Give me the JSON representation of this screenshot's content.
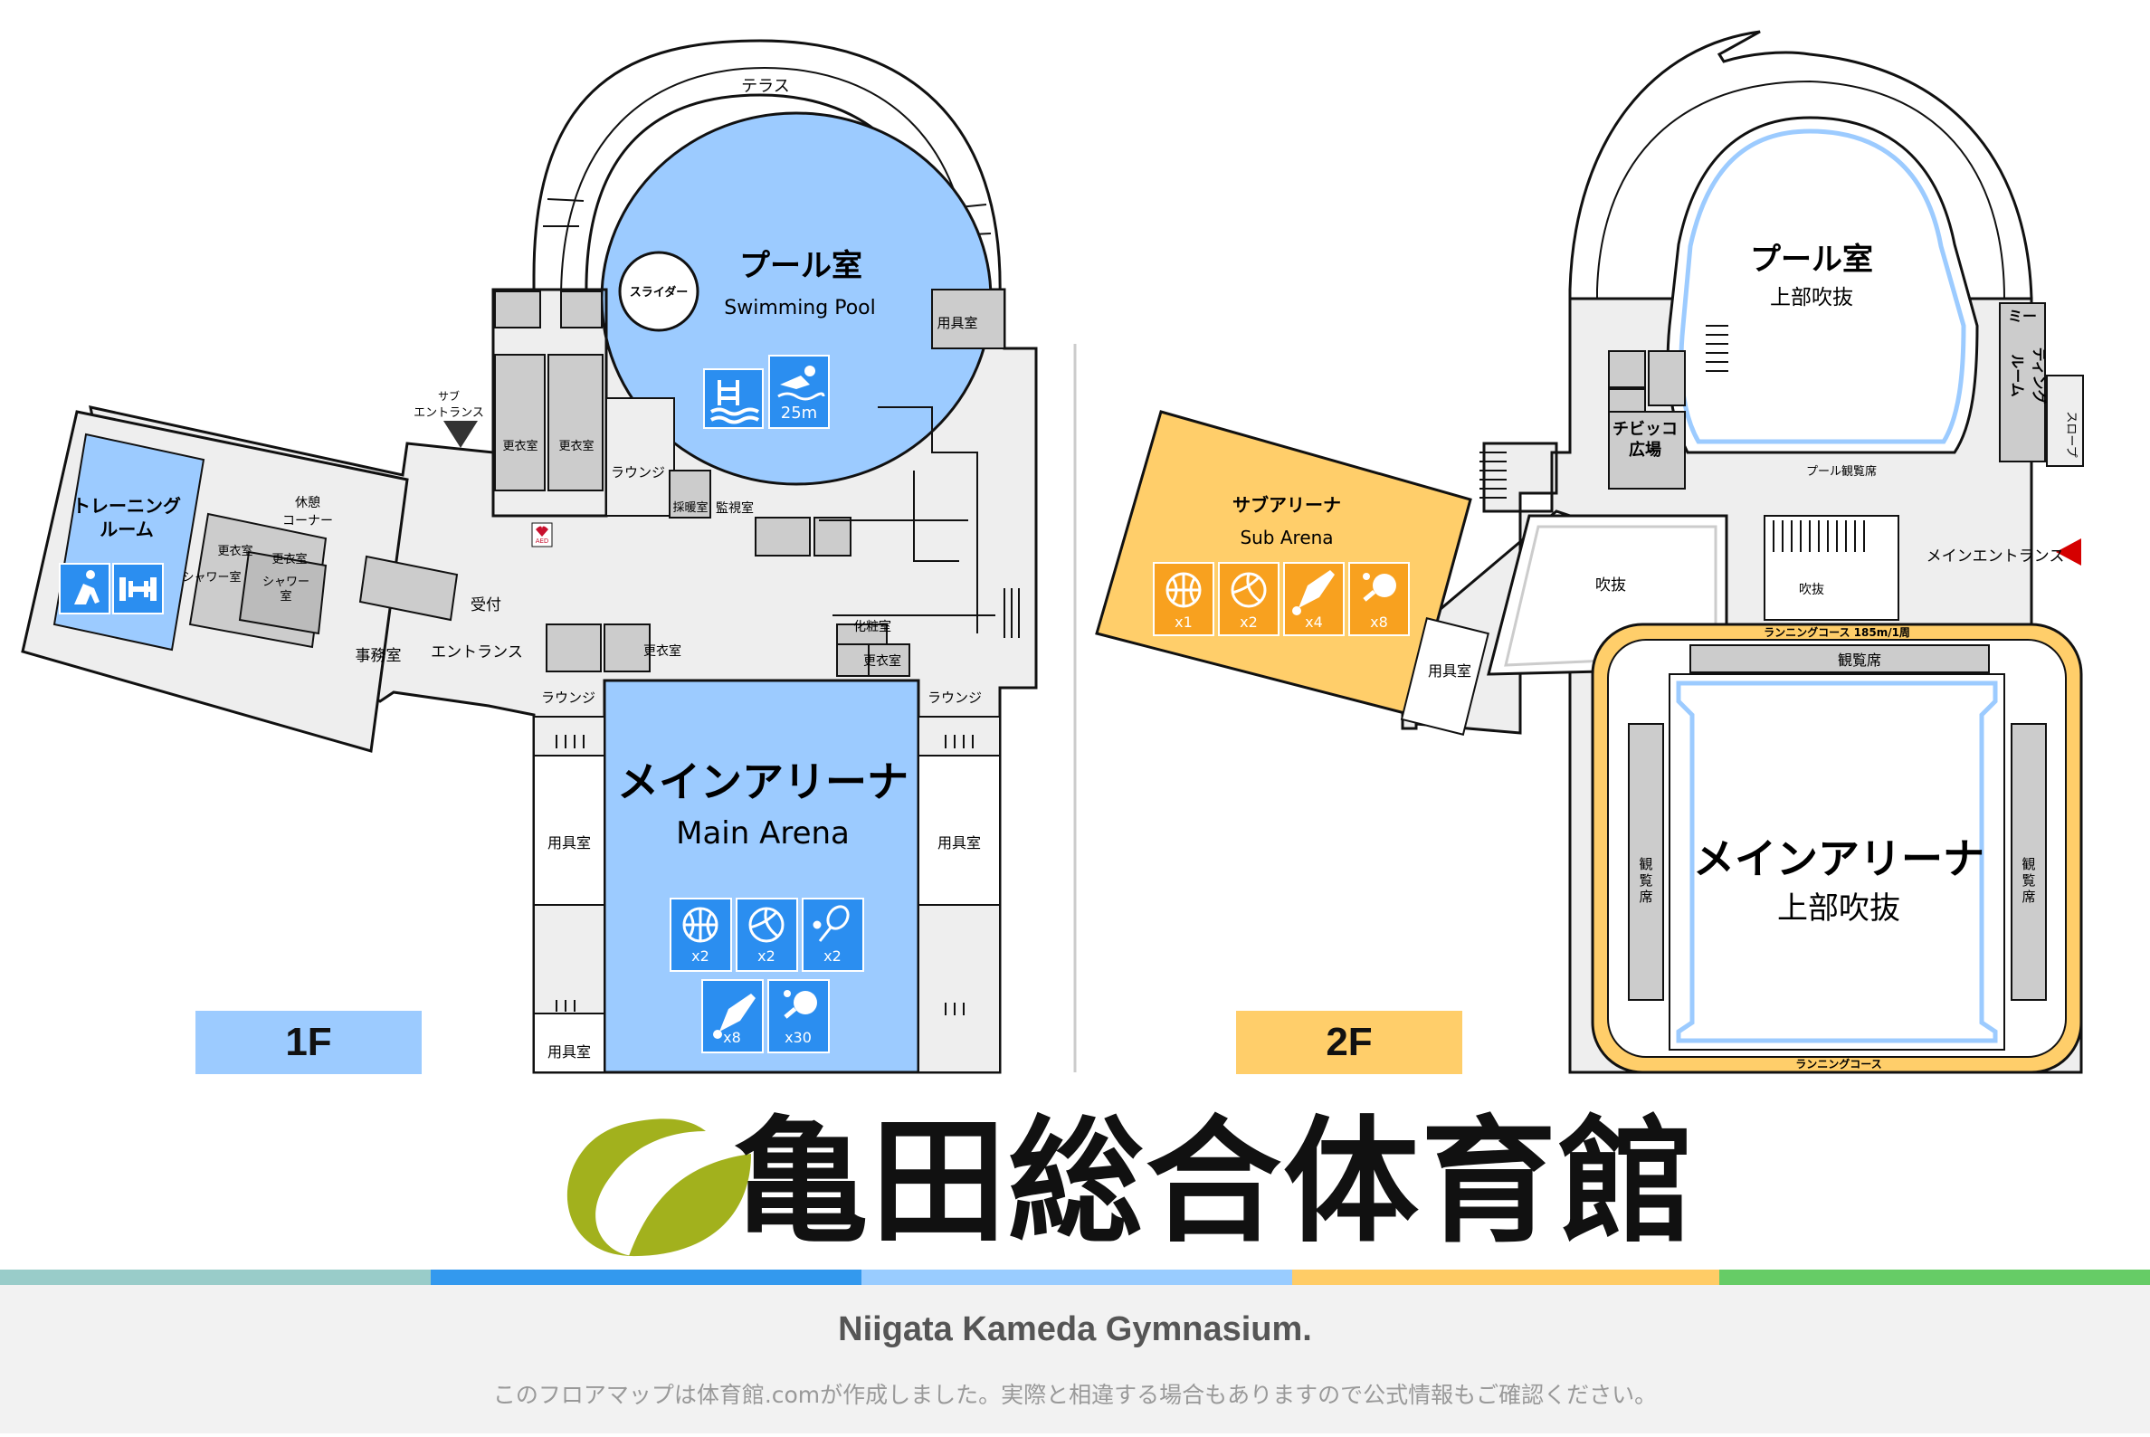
{
  "colors": {
    "pool_blue": "#9ccbff",
    "arena_blue": "#9ccbff",
    "icon_blue": "#2b8ef0",
    "sub_arena_yellow": "#ffce6a",
    "icon_orange": "#f8a11f",
    "room_gray": "#cccccc",
    "corridor_gray": "#eeeeee",
    "logo_green": "#a2b11d",
    "aed_red": "#c8102e",
    "entrance_red": "#d50000",
    "stripes": [
      "#99ccc9",
      "#3399ee",
      "#99ccff",
      "#ffcc66",
      "#66cc66"
    ]
  },
  "floor1": {
    "badge": "1F",
    "labels": {
      "terrace": "テラス",
      "pool_jp": "プール室",
      "pool_en": "Swimming Pool",
      "slider": "スライダー",
      "pool_length": "25m",
      "storage_top": "用具室",
      "sub_entrance_1": "サブ",
      "sub_entrance_2": "エントランス",
      "locker_a": "更衣室",
      "locker_b": "更衣室",
      "lounge_top": "ラウンジ",
      "heating_room": "採暖室",
      "monitor_room": "監視室",
      "rest_1": "休憩",
      "rest_2": "コーナー",
      "aed": "AED",
      "training_1": "トレーニング",
      "training_2": "ルーム",
      "locker_tr_1": "更衣室",
      "locker_tr_2": "更衣室",
      "shower_1": "シャワー室",
      "shower_2a": "シャワー",
      "shower_2b": "室",
      "reception": "受付",
      "office": "事務室",
      "entrance": "エントランス",
      "locker_c": "更衣室",
      "powder_room": "化粧室",
      "locker_d": "更衣室",
      "lounge_left": "ラウンジ",
      "lounge_right": "ラウンジ",
      "arena_jp": "メインアリーナ",
      "arena_en": "Main Arena",
      "storage_left": "用具室",
      "storage_right": "用具室",
      "storage_bottom": "用具室"
    },
    "courts": [
      {
        "icon": "basketball-icon",
        "count": "x2"
      },
      {
        "icon": "volleyball-icon",
        "count": "x2"
      },
      {
        "icon": "tennis-icon",
        "count": "x2"
      },
      {
        "icon": "badminton-icon",
        "count": "x8"
      },
      {
        "icon": "table-tennis-icon",
        "count": "x30"
      }
    ]
  },
  "floor2": {
    "badge": "2F",
    "labels": {
      "pool_jp": "プール室",
      "pool_sub": "上部吹抜",
      "meeting_1": "ミー",
      "meeting_2": "ティング",
      "meeting_3": "ルーム",
      "slope": "スロープ",
      "kids_1": "チビッコ",
      "kids_2": "広場",
      "pool_seats": "プール観覧席",
      "sub_arena_jp": "サブアリーナ",
      "sub_arena_en": "Sub Arena",
      "storage": "用具室",
      "atrium_left": "吹抜",
      "atrium_center": "吹抜",
      "main_entrance": "メインエントランス",
      "running_top": "ランニングコース 185m/1周",
      "seats_top": "観覧席",
      "seats_left_1": "観",
      "seats_left_2": "覧",
      "seats_left_3": "席",
      "seats_right_1": "観",
      "seats_right_2": "覧",
      "seats_right_3": "席",
      "arena_jp": "メインアリーナ",
      "arena_sub": "上部吹抜",
      "running_bottom": "ランニングコース"
    },
    "courts": [
      {
        "icon": "basketball-icon",
        "count": "x1"
      },
      {
        "icon": "volleyball-icon",
        "count": "x2"
      },
      {
        "icon": "badminton-icon",
        "count": "x4"
      },
      {
        "icon": "table-tennis-icon",
        "count": "x8"
      }
    ]
  },
  "title": "亀田総合体育館",
  "footer": {
    "title": "Niigata Kameda Gymnasium.",
    "note": "このフロアマップは体育館.comが作成しました。実際と相違する場合もありますので公式情報もご確認ください。"
  }
}
